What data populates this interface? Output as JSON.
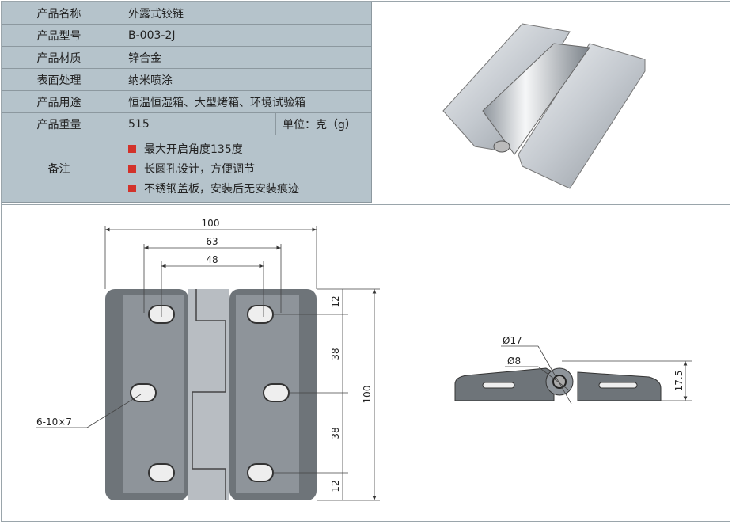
{
  "specs": [
    {
      "label": "产品名称",
      "value": "外露式铰链"
    },
    {
      "label": "产品型号",
      "value": "B-003-2J"
    },
    {
      "label": "产品材质",
      "value": "锌合金"
    },
    {
      "label": "表面处理",
      "value": "纳米喷涂"
    },
    {
      "label": "产品用途",
      "value": "恒温恒湿箱、大型烤箱、环境试验箱"
    },
    {
      "label": "产品重量",
      "value": "515",
      "unit": "单位：克（g）"
    }
  ],
  "notes": {
    "label": "备注",
    "items": [
      "最大开启角度135度",
      "长圆孔设计，方便调节",
      "不锈钢盖板，安装后无安装痕迹"
    ]
  },
  "drawing": {
    "front": {
      "width": "100",
      "hole_span": "63",
      "inner": "48",
      "height": "100",
      "top_offset": "12",
      "pitch1": "38",
      "pitch2": "38",
      "bottom_offset": "12",
      "holes": "6-10×7"
    },
    "side": {
      "outer_dia": "Ø17",
      "pin_dia": "Ø8",
      "thickness": "17.5"
    }
  },
  "colors": {
    "table_bg": "#b5c3cb",
    "bullet": "#d2322a"
  }
}
